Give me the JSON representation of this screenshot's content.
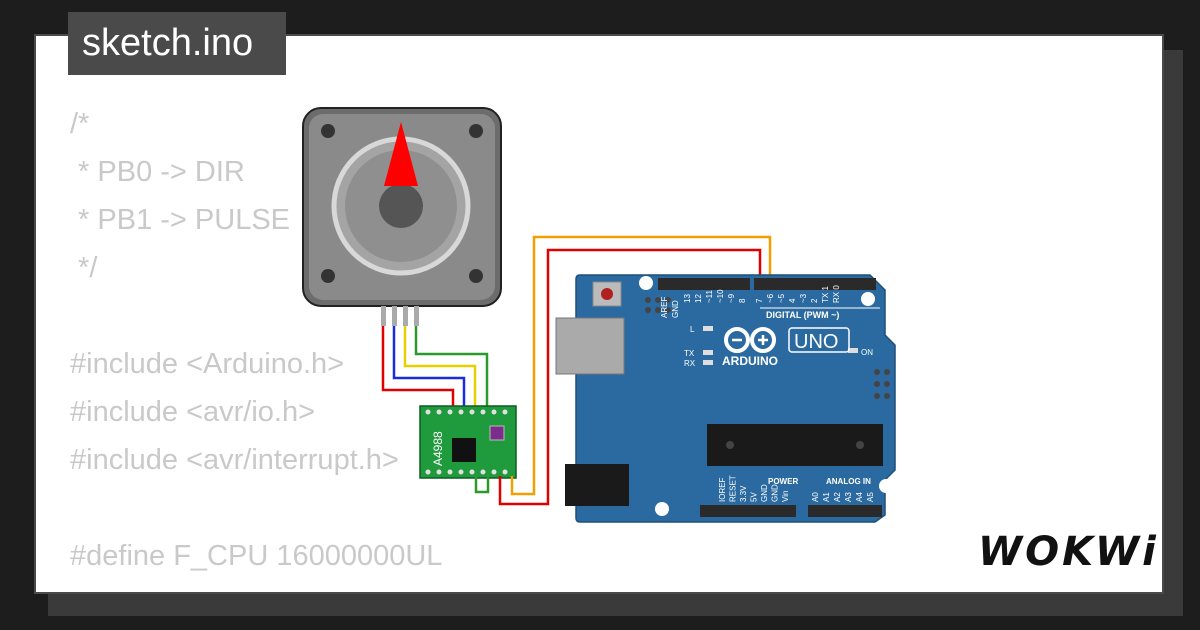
{
  "title": "sketch.ino",
  "code_lines": [
    "/*",
    " * PB0 -> DIR",
    " * PB1 -> PULSE",
    " */",
    "",
    "#include <Arduino.h>",
    "#include <avr/io.h>",
    "#include <avr/interrupt.h>",
    "",
    "#define F_CPU 16000000UL"
  ],
  "brand": "WOKWi",
  "board": {
    "aref": "AREF",
    "gnd": "GND",
    "pins_top": [
      "13",
      "12",
      "~11",
      "~10",
      "~9",
      "8",
      "7",
      "~6",
      "~5",
      "4",
      "~3",
      "2",
      "TX 1",
      "RX 0"
    ],
    "digital_label": "DIGITAL (PWM ~)",
    "uno_label": "UNO",
    "arduino_label": "ARDUINO",
    "on_label": "ON",
    "led_l": "L",
    "led_tx": "TX",
    "led_rx": "RX",
    "power_label": "POWER",
    "analog_label": "ANALOG IN",
    "power_pins": [
      "IOREF",
      "RESET",
      "3.3V",
      "5V",
      "GND",
      "GND",
      "Vin"
    ],
    "analog_pins": [
      "A0",
      "A1",
      "A2",
      "A3",
      "A4",
      "A5"
    ]
  },
  "driver_label": "A4988",
  "colors": {
    "board_blue": "#2b6aa0",
    "driver_green": "#1f9a3c",
    "wire_red": "#e00000",
    "wire_orange": "#f0a000",
    "wire_green": "#2a9a2a",
    "wire_blue": "#1a2be0",
    "wire_yellow": "#e8d000",
    "needle_red": "#ff0000"
  }
}
